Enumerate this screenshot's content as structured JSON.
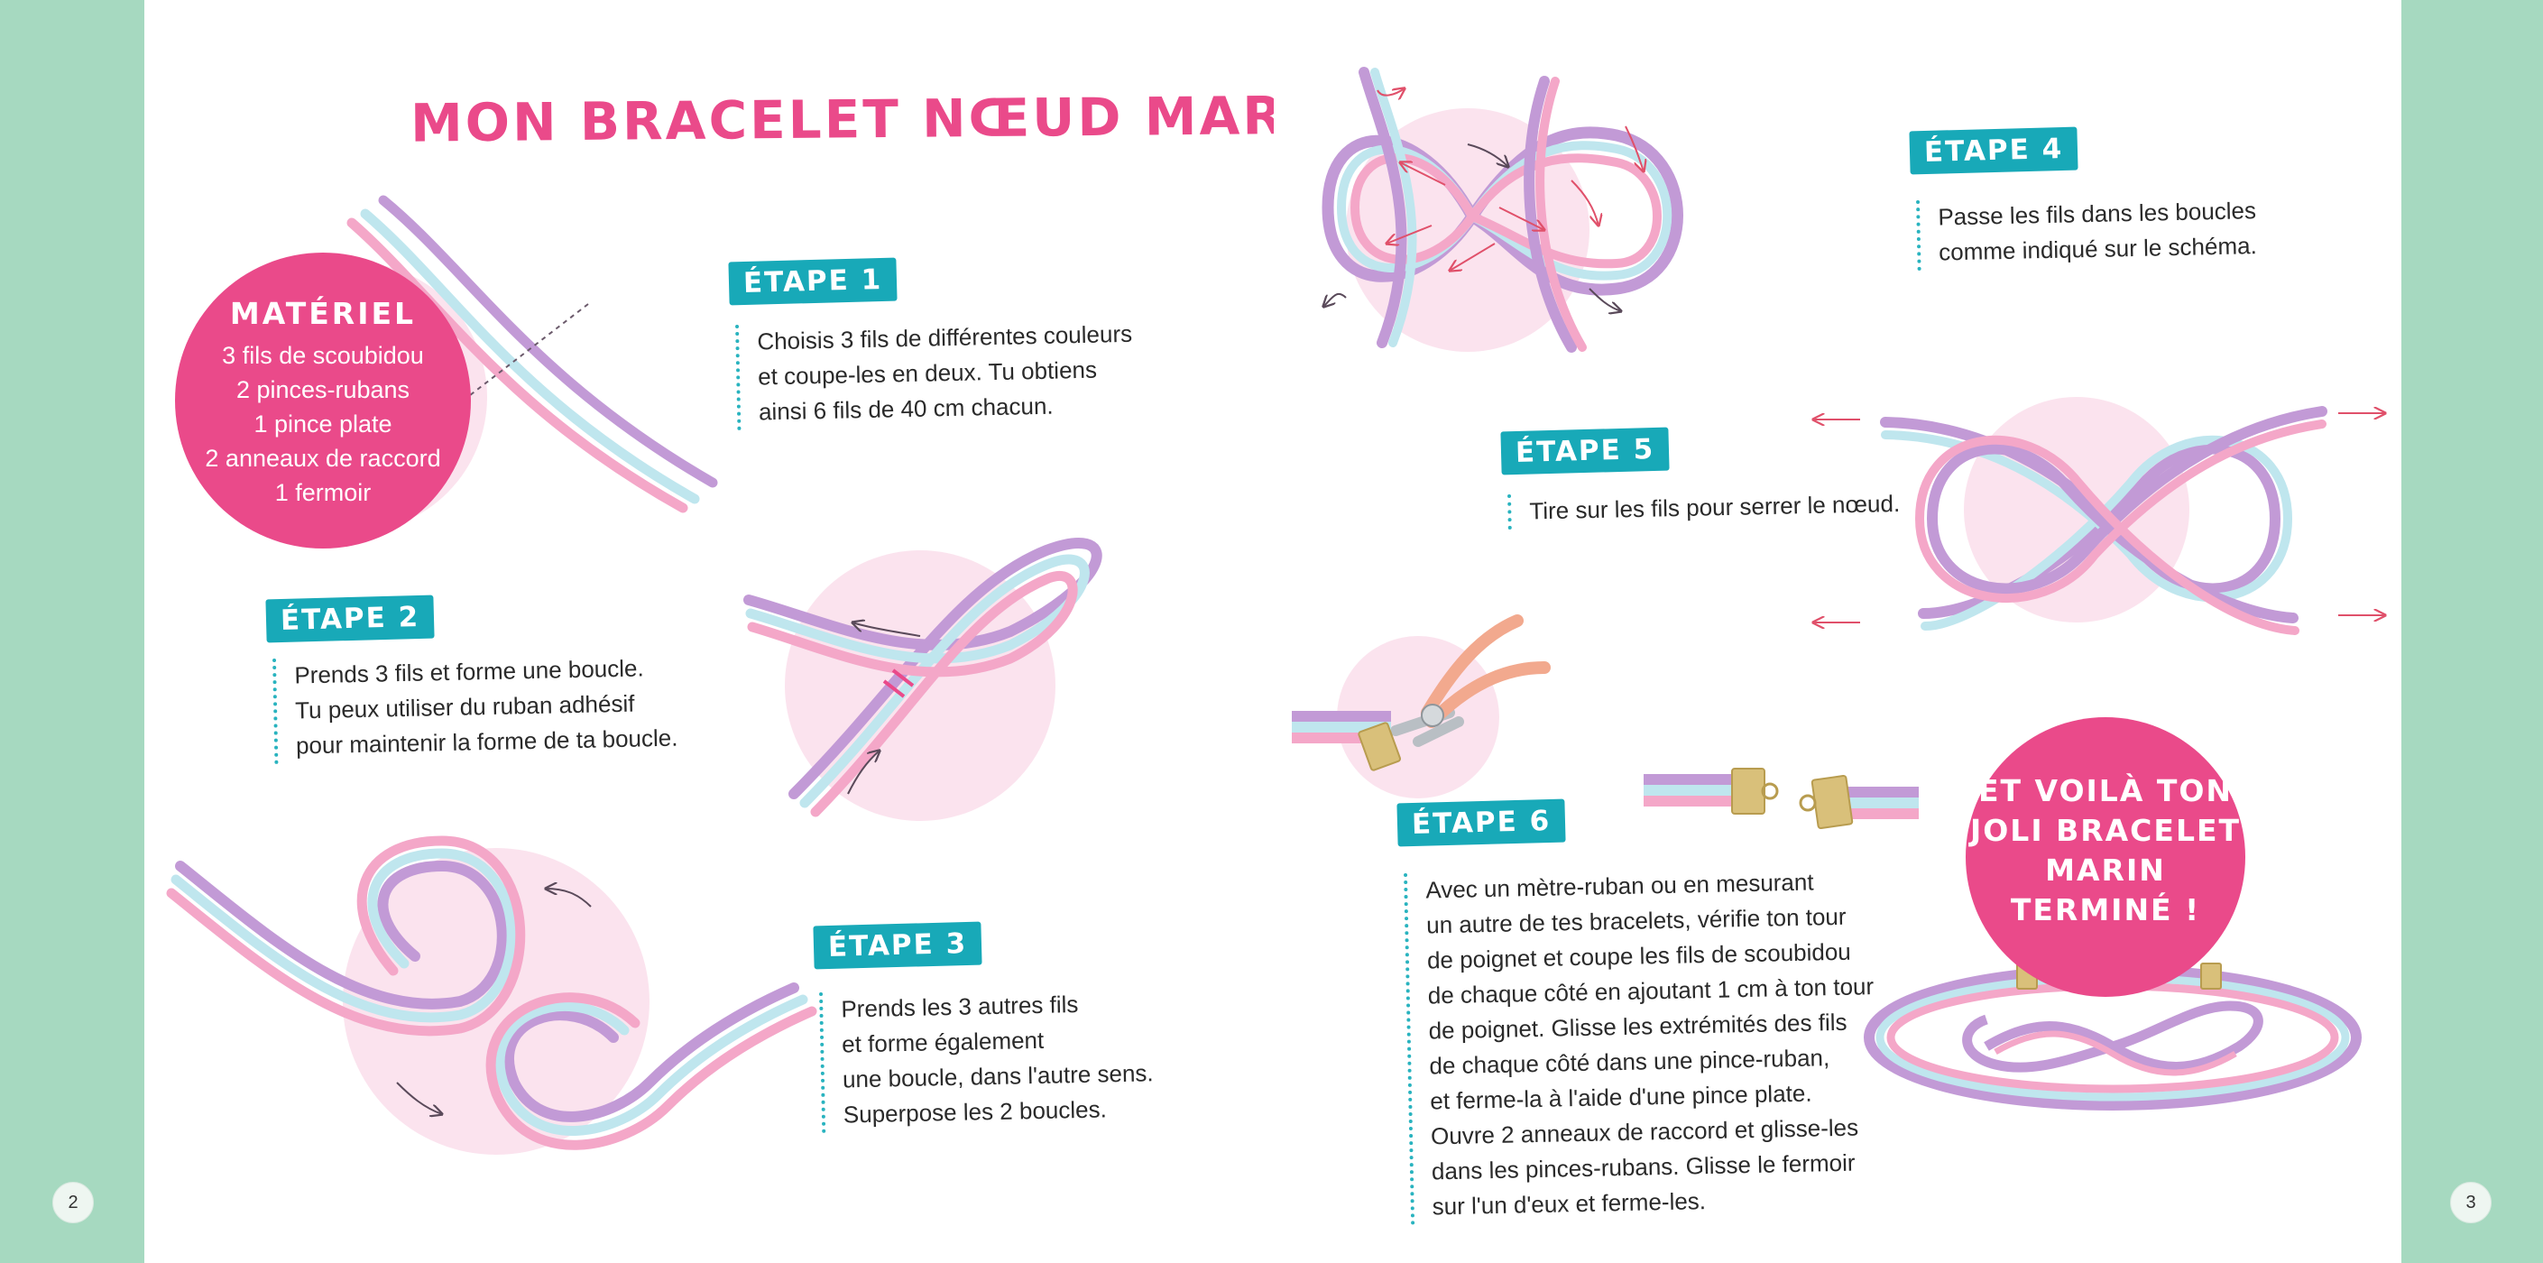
{
  "title": "MON BRACELET NŒUD MARIN",
  "materiel": {
    "title": "MATÉRIEL",
    "items": [
      "3 fils de scoubidou",
      "2 pinces-rubans",
      "1 pince plate",
      "2 anneaux de raccord",
      "1 fermoir"
    ]
  },
  "steps": [
    {
      "label": "ÉTAPE 1",
      "lines": [
        "Choisis 3 fils de différentes couleurs",
        "et coupe-les en deux. Tu obtiens",
        "ainsi 6 fils de 40 cm chacun."
      ]
    },
    {
      "label": "ÉTAPE 2",
      "lines": [
        "Prends 3 fils et forme une boucle.",
        "Tu peux utiliser du ruban adhésif",
        "pour maintenir la forme de ta boucle."
      ]
    },
    {
      "label": "ÉTAPE 3",
      "lines": [
        "Prends les 3 autres fils",
        "et forme également",
        "une boucle, dans l'autre sens.",
        "Superpose les 2 boucles."
      ]
    },
    {
      "label": "ÉTAPE 4",
      "lines": [
        "Passe les fils dans les boucles",
        "comme indiqué sur le schéma."
      ]
    },
    {
      "label": "ÉTAPE 5",
      "lines": [
        "Tire sur les fils pour serrer le nœud."
      ]
    },
    {
      "label": "ÉTAPE 6",
      "lines": [
        "Avec un mètre-ruban ou en mesurant",
        "un autre de tes bracelets, vérifie ton tour",
        "de poignet et coupe les fils de scoubidou",
        "de chaque côté en ajoutant 1 cm à ton tour",
        "de poignet. Glisse les extrémités des fils",
        "de chaque côté dans une pince-ruban,",
        "et ferme-la à l'aide d'une pince plate.",
        "Ouvre 2 anneaux de raccord et glisse-les",
        "dans les pinces-rubans. Glisse le fermoir",
        "sur l'un d'eux et ferme-les."
      ]
    }
  ],
  "final_message": [
    "ET VOILÀ TON",
    "JOLI BRACELET",
    "MARIN",
    "TERMINÉ !"
  ],
  "page_numbers": {
    "left": "2",
    "right": "3"
  },
  "colors": {
    "background_green": "#a6d9c0",
    "accent_pink": "#ea4a8a",
    "badge_teal": "#18a9b8",
    "cord_purple": "#c29ad6",
    "cord_pink": "#f4a7c8",
    "cord_blue": "#bfe6ee",
    "circle_light_pink": "#fbe3ee"
  }
}
